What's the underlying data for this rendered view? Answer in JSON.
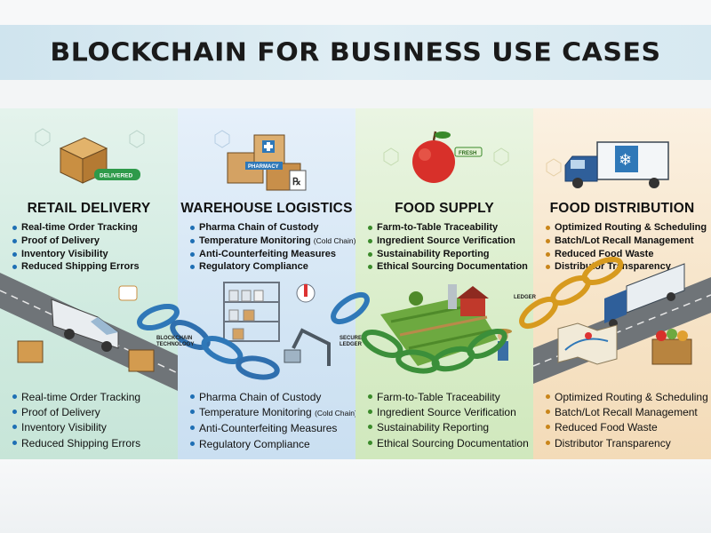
{
  "title": "BLOCKCHAIN FOR BUSINESS USE CASES",
  "panels": [
    {
      "heading": "RETAIL DELIVERY",
      "items": [
        "Real-time Order Tracking",
        "Proof of Delivery",
        "Inventory Visibility",
        "Reduced Shipping Errors"
      ],
      "badge": "DELIVERED",
      "icon": "delivered-box-icon"
    },
    {
      "heading": "WAREHOUSE LOGISTICS",
      "items": [
        "Pharma Chain of Custody",
        "Temperature Monitoring",
        "Anti-Counterfeiting Measures",
        "Regulatory Compliance"
      ],
      "item_note": "(Cold Chain)",
      "badge": "PHARMACY",
      "icon": "pharmacy-crates-icon"
    },
    {
      "heading": "FOOD SUPPLY",
      "items": [
        "Farm-to-Table Traceability",
        "Ingredient Source Verification",
        "Sustainability Reporting",
        "Ethical Sourcing Documentation"
      ],
      "badge": "FRESH",
      "icon": "apple-icon"
    },
    {
      "heading": "FOOD DISTRIBUTION",
      "items": [
        "Optimized Routing & Scheduling",
        "Batch/Lot Recall Management",
        "Reduced Food Waste",
        "Distributor Transparency"
      ],
      "icon": "refrigerated-truck-icon"
    }
  ],
  "labels": {
    "blockchain_tech": "BLOCKCHAIN TECHNOLOGY",
    "secure_ledger": "SECURE LEDGER",
    "ledger": "LEDGER"
  },
  "colors": {
    "retail_bg": "#cfeadf",
    "warehouse_bg": "#d3e5f4",
    "food_supply_bg": "#d9edc9",
    "food_distribution_bg": "#f6e3c6",
    "chain_blue": "#2f78b8",
    "chain_green": "#3b8f3a",
    "chain_gold": "#d79a1e"
  }
}
